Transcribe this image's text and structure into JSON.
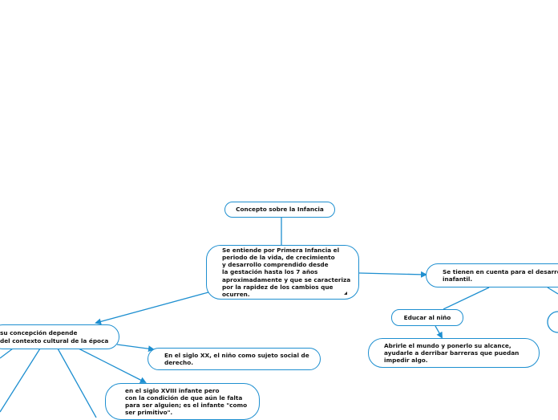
{
  "diagram": {
    "line_color": "#1e8fd0",
    "nodes": {
      "title": "Concepto sobre la Infancia",
      "definition": "Se entiende por Primera Infancia el\nperiodo de la vida, de crecimiento\ny desarrollo comprendido desde\nla gestación hasta los 7 años\naproximadamente y que se caracteriza\npor la rapidez de los cambios que\nocurren.",
      "concepcion": "su concepción depende\ndel contexto cultural de la época",
      "siglo_xx": "En el siglo XX, el niño como sujeto  social de\nderecho.",
      "siglo_xviii": "en el siglo XVIII  infante pero\ncon la condición de que aún le falta\npara ser alguien; es el infante \"como\nser primitivo\".",
      "desarrollo": "Se tienen en cuenta para el desarrollo\ninafantil.",
      "educar": "Educar al niño",
      "abrirle": "Abrirle el mundo y ponerlo su alcance,\nayudarle a derribar barreras que puedan\nimpedir algo."
    }
  }
}
